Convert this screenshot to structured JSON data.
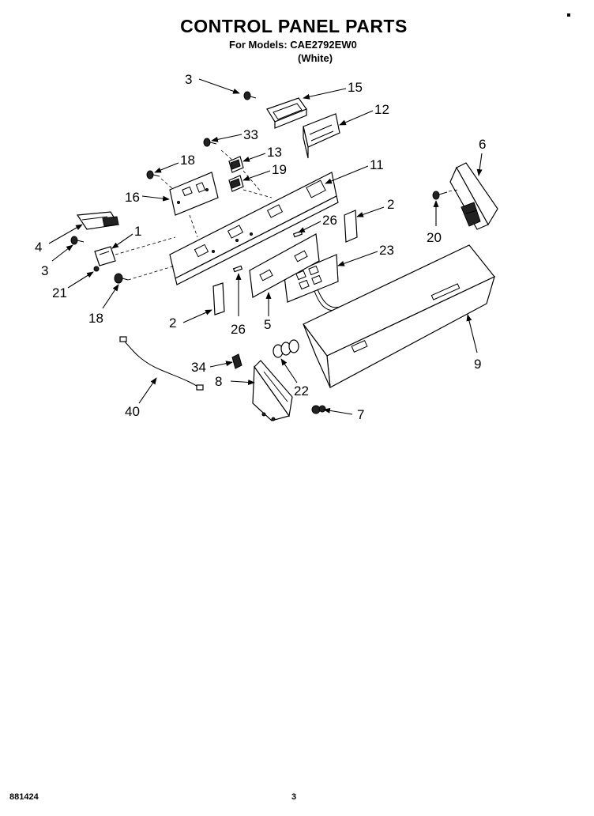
{
  "header": {
    "title": "CONTROL PANEL PARTS",
    "subtitle": "For Models: CAE2792EW0",
    "variant": "(White)"
  },
  "footer": {
    "code": "881424",
    "page": "3"
  },
  "callouts": [
    {
      "id": "c3a",
      "label": "3"
    },
    {
      "id": "c15",
      "label": "15"
    },
    {
      "id": "c12",
      "label": "12"
    },
    {
      "id": "c33",
      "label": "33"
    },
    {
      "id": "c13",
      "label": "13"
    },
    {
      "id": "c18a",
      "label": "18"
    },
    {
      "id": "c19",
      "label": "19"
    },
    {
      "id": "c11",
      "label": "11"
    },
    {
      "id": "c6",
      "label": "6"
    },
    {
      "id": "c16",
      "label": "16"
    },
    {
      "id": "c26a",
      "label": "26"
    },
    {
      "id": "c2a",
      "label": "2"
    },
    {
      "id": "c4",
      "label": "4"
    },
    {
      "id": "c1",
      "label": "1"
    },
    {
      "id": "c20",
      "label": "20"
    },
    {
      "id": "c3b",
      "label": "3"
    },
    {
      "id": "c23",
      "label": "23"
    },
    {
      "id": "c21",
      "label": "21"
    },
    {
      "id": "c18b",
      "label": "18"
    },
    {
      "id": "c2b",
      "label": "2"
    },
    {
      "id": "c26b",
      "label": "26"
    },
    {
      "id": "c5",
      "label": "5"
    },
    {
      "id": "c9",
      "label": "9"
    },
    {
      "id": "c34",
      "label": "34"
    },
    {
      "id": "c8",
      "label": "8"
    },
    {
      "id": "c22",
      "label": "22"
    },
    {
      "id": "c40",
      "label": "40"
    },
    {
      "id": "c7",
      "label": "7"
    }
  ]
}
